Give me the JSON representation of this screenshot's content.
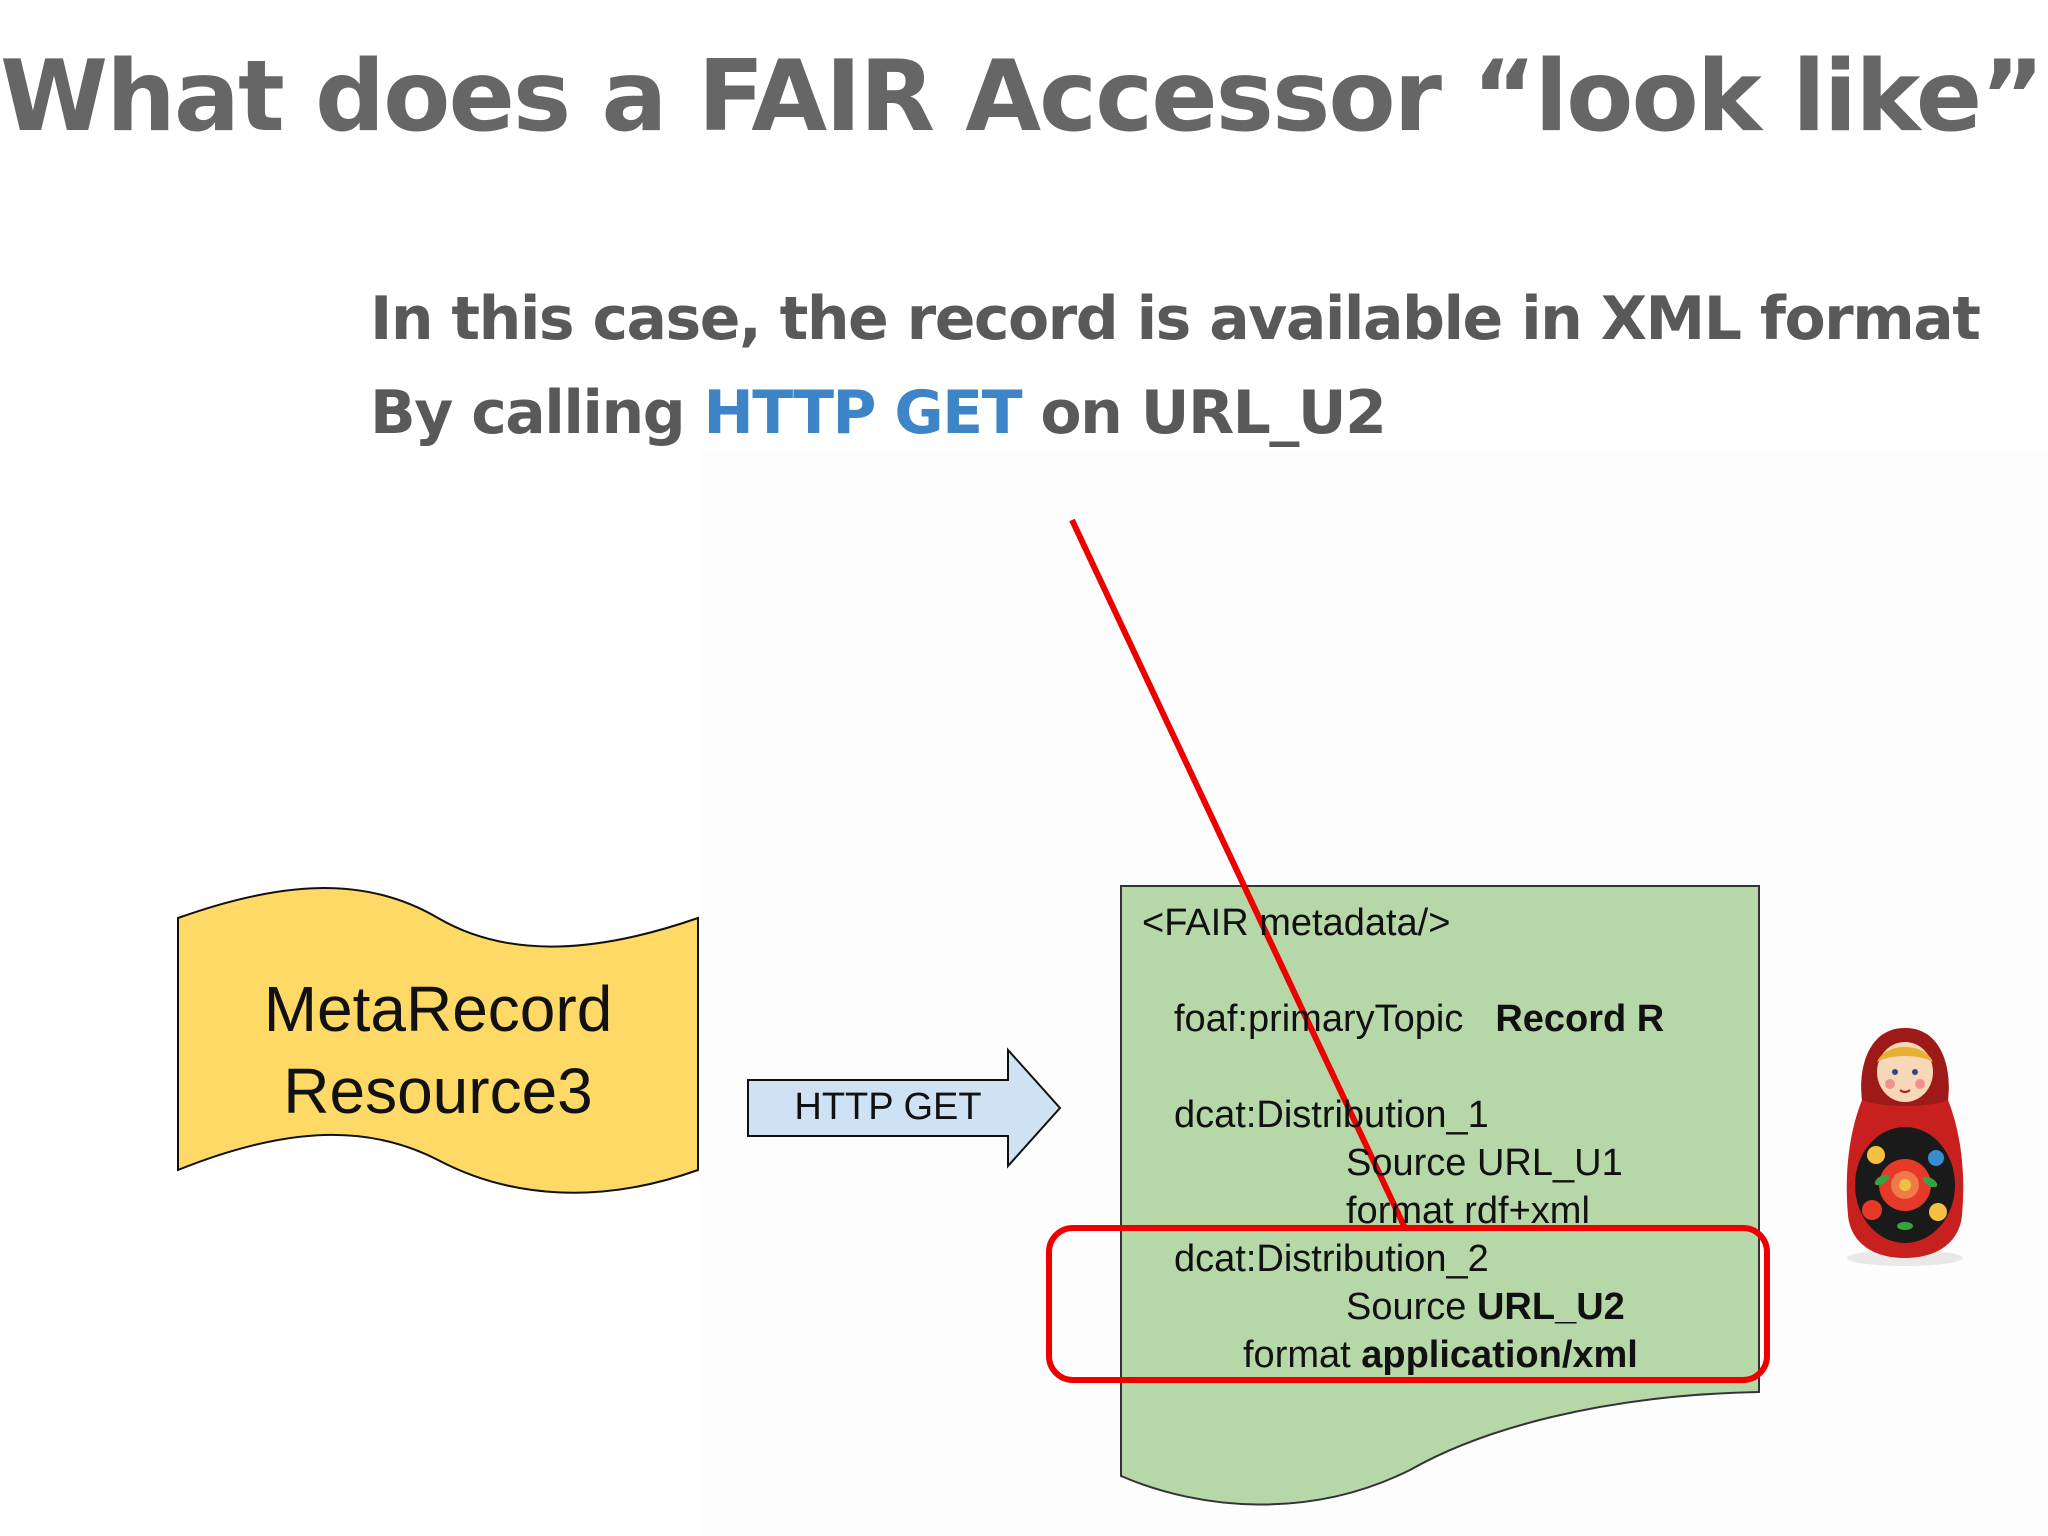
{
  "title": "What does a FAIR Accessor “look like”?",
  "subtitle": {
    "line1": "In this case, the record is available in XML format",
    "line2_prefix": "By calling ",
    "line2_accent": "HTTP GET",
    "line2_suffix": " on URL_U2"
  },
  "colors": {
    "title": "#666666",
    "accent": "#3d85c6",
    "metarecord_fill": "#ffd966",
    "arrow_fill": "#cfe2f3",
    "document_fill": "#b6d7a8",
    "highlight": "#ee0000"
  },
  "metarecord": {
    "line1": "MetaRecord",
    "line2": "Resource3"
  },
  "arrow": {
    "label": "HTTP GET"
  },
  "document": {
    "header": "<FAIR metadata/>",
    "primary_topic_key": "foaf:primaryTopic",
    "primary_topic_value": "Record R",
    "dist1_name": "dcat:Distribution_1",
    "dist1_source_key": "Source ",
    "dist1_source_value": "URL_U1",
    "dist1_format_key": "format  ",
    "dist1_format_value": "rdf+xml",
    "dist2_name": "dcat:Distribution_2",
    "dist2_source_key": "Source ",
    "dist2_source_value": "URL_U2",
    "dist2_format_key": "format  ",
    "dist2_format_value": "application/xml"
  },
  "decoration": {
    "icon": "matryoshka-doll-icon"
  }
}
